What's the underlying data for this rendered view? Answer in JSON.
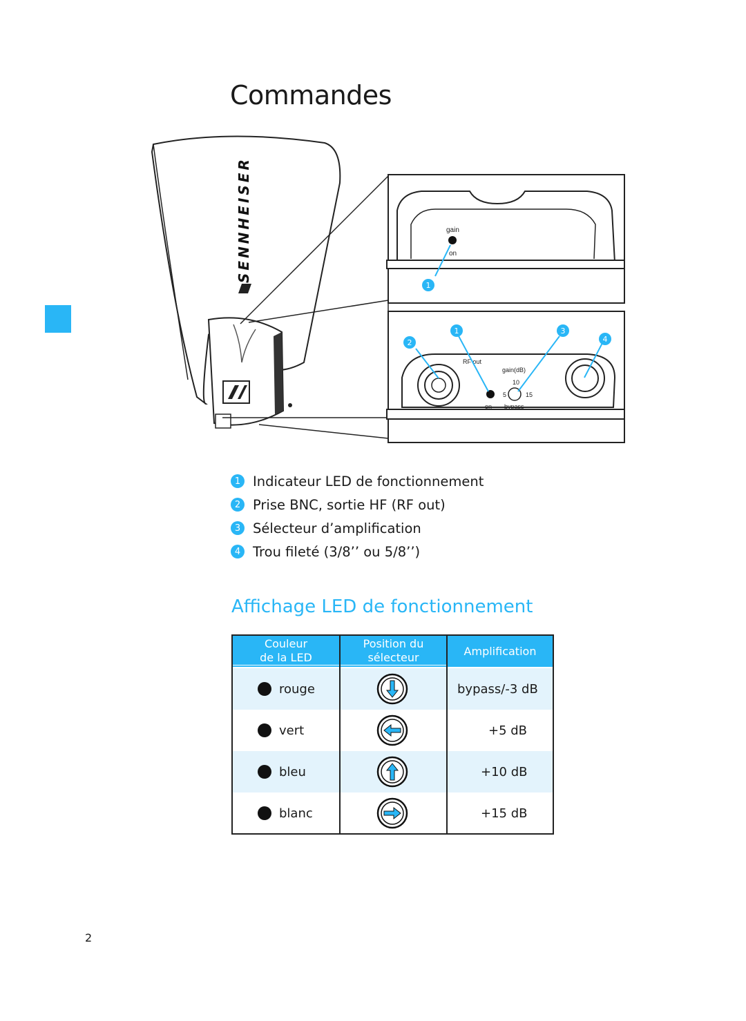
{
  "page": {
    "title": "Commandes",
    "number": "2"
  },
  "figure": {
    "brand_text": "SENNHEISER",
    "labels": {
      "gain": "gain",
      "on": "on",
      "rf_out": "RF out",
      "gain_db": "gain(dB)",
      "v10": "10",
      "v5": "5",
      "v15": "15",
      "on2": "on",
      "bypass": "bypass"
    },
    "callouts": [
      "1",
      "2",
      "1",
      "3",
      "4"
    ]
  },
  "legend": [
    {
      "num": "1",
      "text": "Indicateur LED de fonctionnement"
    },
    {
      "num": "2",
      "text": "Prise BNC, sortie HF (RF out)"
    },
    {
      "num": "3",
      "text": "Sélecteur d’amplification"
    },
    {
      "num": "4",
      "text": "Trou fileté (3/8’’ ou 5/8’’)"
    }
  ],
  "section": {
    "title": "Affichage LED de fonctionnement"
  },
  "table": {
    "headers": {
      "col1_line1": "Couleur",
      "col1_line2": "de la  LED",
      "col2_line1": "Position du",
      "col2_line2": "sélecteur",
      "col3": "Amplification"
    },
    "rows": [
      {
        "color": "rouge",
        "arrow": "arrow-down",
        "gain": "bypass/-3 dB"
      },
      {
        "color": "vert",
        "arrow": "arrow-left",
        "gain": "+5 dB"
      },
      {
        "color": "bleu",
        "arrow": "arrow-up",
        "gain": "+10 dB"
      },
      {
        "color": "blanc",
        "arrow": "arrow-right",
        "gain": "+15 dB"
      }
    ]
  },
  "colors": {
    "accent": "#29b6f6",
    "row_tint": "#e3f3fc",
    "ink": "#1a1a1a"
  }
}
